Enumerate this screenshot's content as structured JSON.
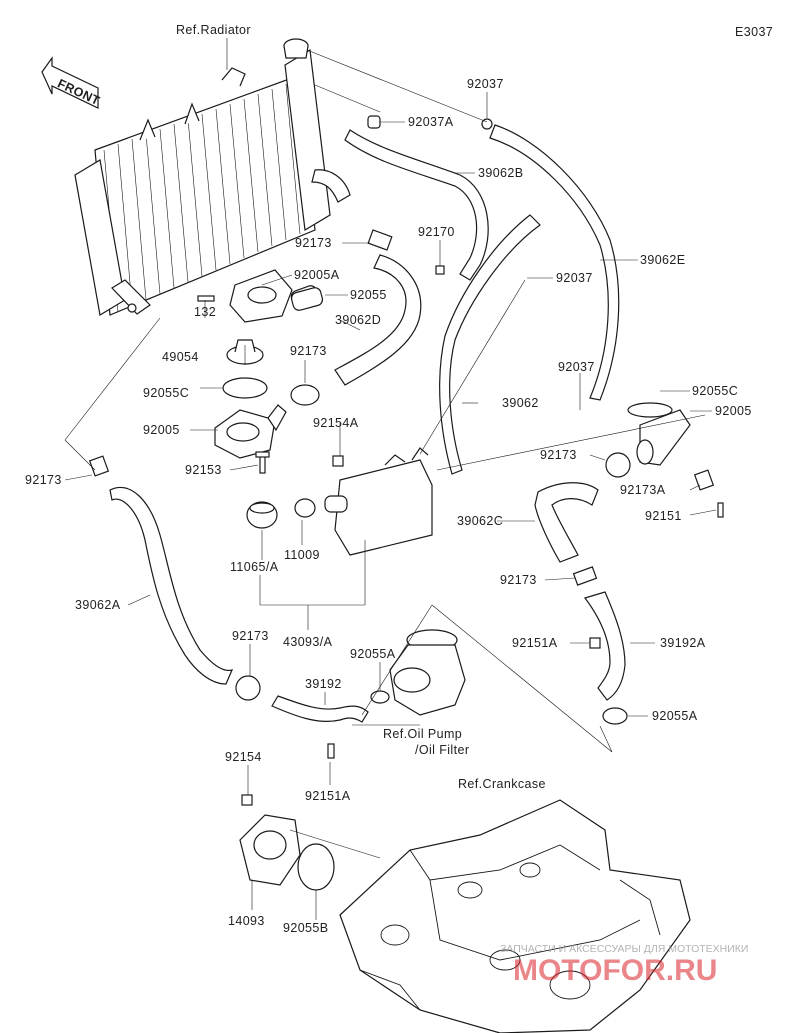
{
  "diagram_code": "E3037",
  "front_label": "FRONT",
  "refs": {
    "radiator": "Ref.Radiator",
    "oil_pump_line1": "Ref.Oil Pump",
    "oil_pump_line2": "/Oil Filter",
    "crankcase": "Ref.Crankcase"
  },
  "parts": {
    "p92037_top": "92037",
    "p92037A": "92037A",
    "p39062B": "39062B",
    "p92170": "92170",
    "p92037_mid": "92037",
    "p39062E": "39062E",
    "p92173_upper": "92173",
    "p92005A": "92005A",
    "p92055": "92055",
    "p132": "132",
    "p39062D": "39062D",
    "p92173_mid": "92173",
    "p49054": "49054",
    "p92055C_left": "92055C",
    "p92005_left": "92005",
    "p92154A": "92154A",
    "p92153": "92153",
    "p39062": "39062",
    "p92037_right": "92037",
    "p92055C_right": "92055C",
    "p92005_right": "92005",
    "p92173_right": "92173",
    "p92173A": "92173A",
    "p92151": "92151",
    "p92173_left": "92173",
    "p39062C": "39062C",
    "p11065A": "11065/A",
    "p11009": "11009",
    "p92173_lowright": "92173",
    "p43093A": "43093/A",
    "p39062A": "39062A",
    "p92151A_right": "92151A",
    "p39192A": "39192A",
    "p92173_low": "92173",
    "p92055A_mid": "92055A",
    "p39192": "39192",
    "p92055A_right": "92055A",
    "p92154": "92154",
    "p92151A_low": "92151A",
    "p14093": "14093",
    "p92055B": "92055B"
  },
  "watermark": {
    "tagline": "ЗАПЧАСТИ И АКСЕССУАРЫ ДЛЯ МОТОТЕХНИКИ",
    "brand": "MOTOFOR.RU"
  }
}
